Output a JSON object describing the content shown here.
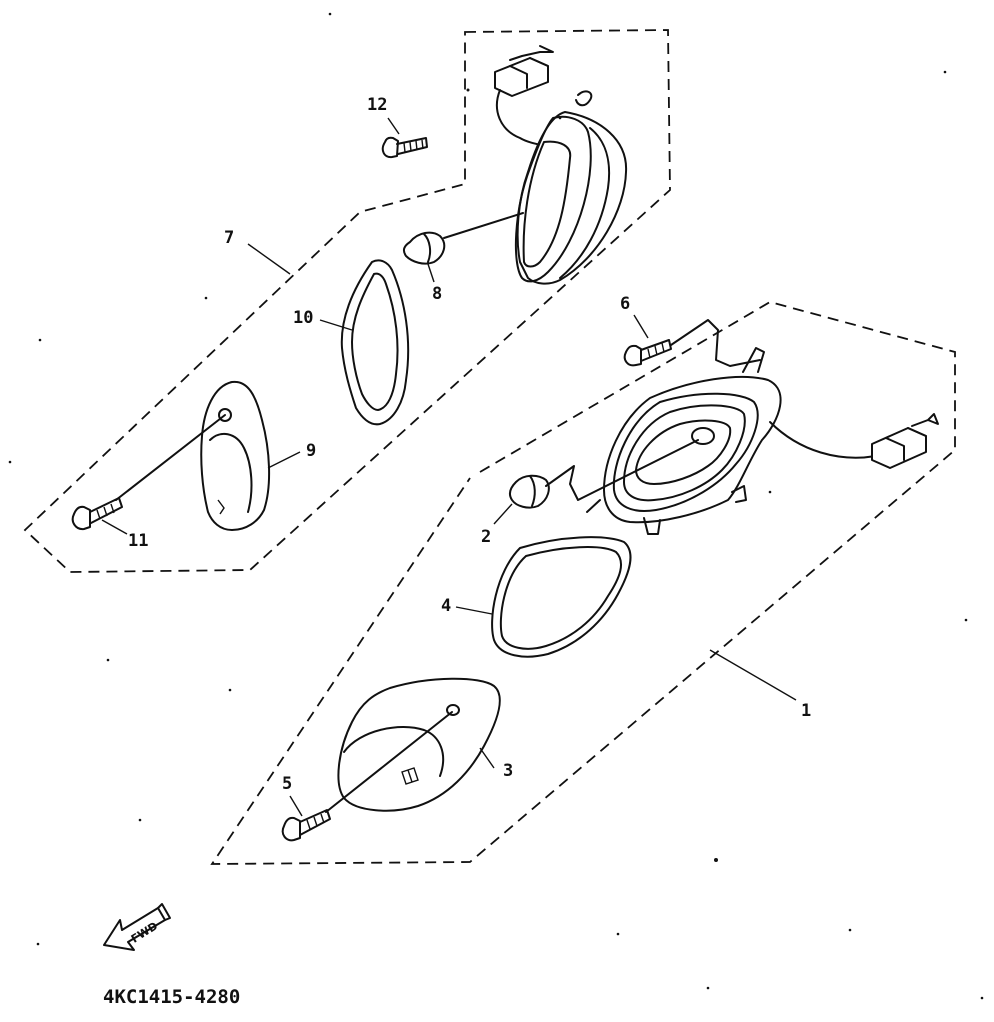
{
  "diagram": {
    "callouts": [
      "1",
      "2",
      "3",
      "4",
      "5",
      "6",
      "7",
      "8",
      "9",
      "10",
      "11",
      "12"
    ],
    "direction_arrow": {
      "text": "FWD"
    },
    "part_code": "4KC1415-4280"
  }
}
